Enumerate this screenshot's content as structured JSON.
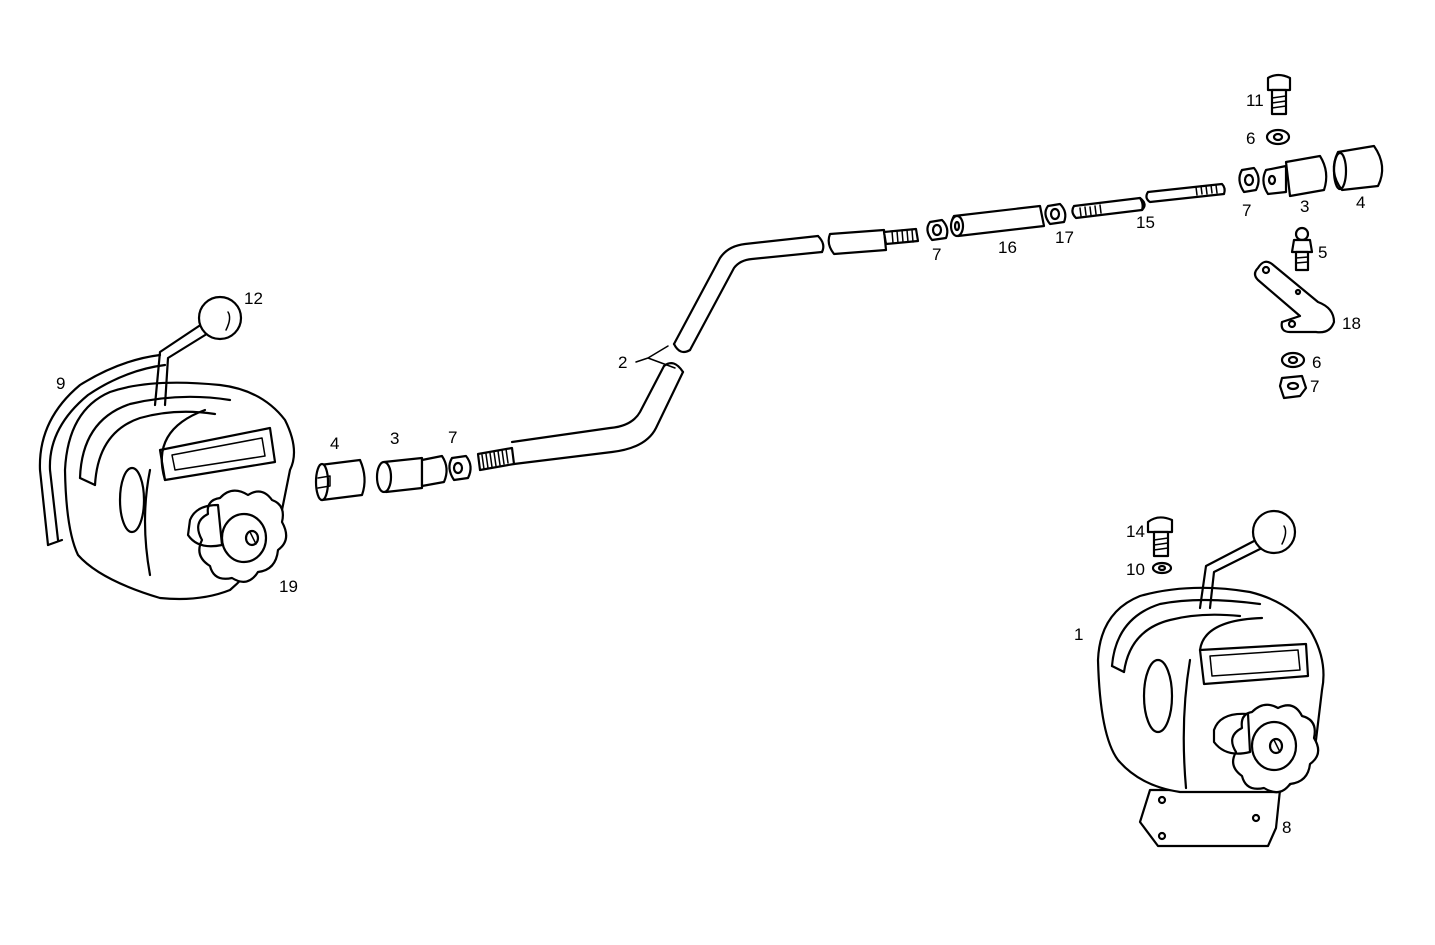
{
  "labels": {
    "l1": "1",
    "l2": "2",
    "l3a": "3",
    "l3b": "3",
    "l4a": "4",
    "l4b": "4",
    "l5": "5",
    "l6a": "6",
    "l6b": "6",
    "l7a": "7",
    "l7b": "7",
    "l7c": "7",
    "l7d": "7",
    "l8": "8",
    "l9": "9",
    "l10": "10",
    "l11": "11",
    "l12": "12",
    "l14": "14",
    "l15": "15",
    "l16": "16",
    "l17": "17",
    "l18": "18",
    "l19": "19"
  }
}
